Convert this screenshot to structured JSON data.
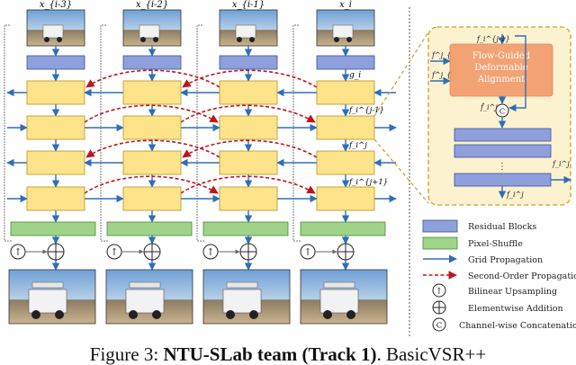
{
  "frame_labels": {
    "input_0": "x_{i-3}",
    "input_1": "x_{i-2}",
    "input_2": "x_{i-1}",
    "input_3": "x_i"
  },
  "feature_labels": {
    "g_i": "g_i",
    "f_i_j_minus_1": "f_i^{j-1}",
    "f_i_j": "f_i^j",
    "f_i_j_plus_1": "f_i^{j+1}"
  },
  "detail_panel": {
    "module_title": "Flow-Guided Deformable Alignment",
    "input_f_i_minus_2": "f^j_{i-2}",
    "input_f_i_minus_1": "f^j_{i-1}",
    "input_top": "f_i^{j-1}",
    "hat_f": "f̂_i^j",
    "output_right": "f_i^j",
    "output_bottom": "f_i^j",
    "concat_symbol": "C",
    "dots": "⋮"
  },
  "legend": {
    "residual": "Residual Blocks",
    "pixel_shuffle": "Pixel-Shuffle",
    "grid": "Grid Propagation",
    "second_order": "Second-Order Propagation",
    "bilinear": "Bilinear Upsampling",
    "elementwise": "Elementwise Addition",
    "channel_concat": "Channel-wise Concatenation",
    "upsample_symbol": "↑",
    "concat_symbol": "C"
  },
  "caption": {
    "prefix": "Figure 3: ",
    "team": "NTU-SLab team (Track 1)",
    "suffix": ". BasicVSR++"
  },
  "colors": {
    "residual_fill": "#8ea0dc",
    "residual_stroke": "#3b4f9c",
    "propagation_fill": "#fde38a",
    "propagation_stroke": "#b98f1e",
    "pixel_shuffle_fill": "#9fd38a",
    "pixel_shuffle_stroke": "#4a8a33",
    "grid_arrow": "#2d6fb8",
    "second_order_arrow": "#c0141b",
    "module_fill": "#f3a274",
    "detail_bg": "#fdf2cf",
    "detail_border": "#c8a032"
  }
}
